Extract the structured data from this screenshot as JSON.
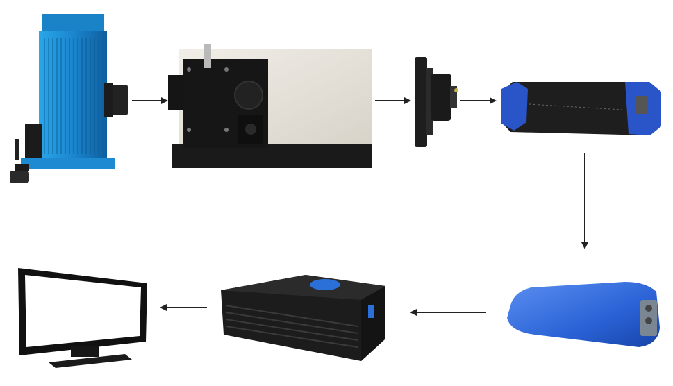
{
  "diagram": {
    "nodes": [
      {
        "id": "light-source",
        "icon": "light-source-housing-icon",
        "color": "#1f8fd6"
      },
      {
        "id": "monochromator",
        "icon": "monochromator-box-icon",
        "color": "#e6e2da"
      },
      {
        "id": "detector-flange",
        "icon": "detector-flange-icon",
        "color": "#222222"
      },
      {
        "id": "signal-amplifier",
        "icon": "amplifier-box-icon",
        "color": "#2a55c8"
      },
      {
        "id": "data-acquisition",
        "icon": "daq-box-icon",
        "color": "#2b6fd8"
      },
      {
        "id": "embedded-computer",
        "icon": "fanless-computer-icon",
        "color": "#1c1c1c"
      },
      {
        "id": "display-monitor",
        "icon": "monitor-icon",
        "color": "#111111"
      }
    ],
    "edges": [
      {
        "from": "light-source",
        "to": "monochromator"
      },
      {
        "from": "monochromator",
        "to": "detector-flange"
      },
      {
        "from": "detector-flange",
        "to": "signal-amplifier"
      },
      {
        "from": "signal-amplifier",
        "to": "data-acquisition"
      },
      {
        "from": "data-acquisition",
        "to": "embedded-computer"
      },
      {
        "from": "embedded-computer",
        "to": "display-monitor"
      }
    ],
    "arrow_color": "#222222"
  }
}
